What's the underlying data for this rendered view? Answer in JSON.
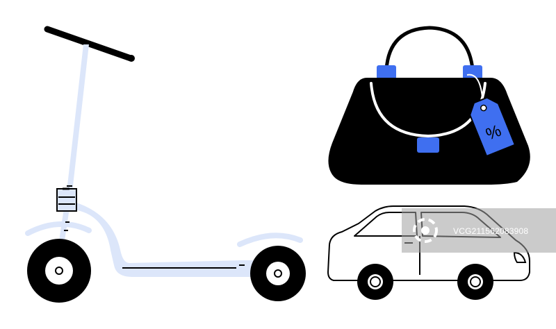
{
  "scene": {
    "objects": [
      "kick-scooter",
      "handbag-with-price-tag",
      "car"
    ],
    "tag_symbol": "%",
    "colors": {
      "black": "#000000",
      "accent_blue": "#3f6ff0",
      "light_blue": "#dce6fa",
      "white": "#ffffff"
    }
  },
  "watermark": {
    "logo": "VCG",
    "text": "VCG211562083908"
  }
}
